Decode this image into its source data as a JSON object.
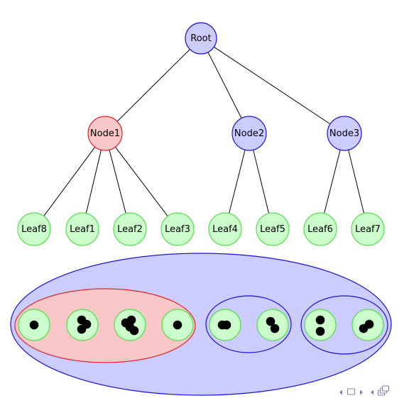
{
  "tree": {
    "root": {
      "label": "Root",
      "color": "blue"
    },
    "nodes": [
      {
        "label": "Node1",
        "color": "red"
      },
      {
        "label": "Node2",
        "color": "blue"
      },
      {
        "label": "Node3",
        "color": "blue"
      }
    ],
    "leaves": [
      {
        "label": "Leaf8",
        "parent": 0
      },
      {
        "label": "Leaf1",
        "parent": 0
      },
      {
        "label": "Leaf2",
        "parent": 0
      },
      {
        "label": "Leaf3",
        "parent": 0
      },
      {
        "label": "Leaf4",
        "parent": 1
      },
      {
        "label": "Leaf5",
        "parent": 1
      },
      {
        "label": "Leaf6",
        "parent": 2
      },
      {
        "label": "Leaf7",
        "parent": 2
      }
    ]
  },
  "cluster_view": {
    "leaf_dot_counts": [
      1,
      3,
      4,
      1,
      2,
      2,
      2,
      2
    ]
  },
  "colors": {
    "blue_fill": "#ccccff",
    "blue_stroke": "#1a13d6",
    "red_fill": "#f8c8c8",
    "red_stroke": "#e0242a",
    "green_fill": "#ccfccc",
    "green_stroke": "#53e04a",
    "edge": "#000000",
    "dot": "#000000",
    "nav": "#7d7fb3"
  },
  "navigation_icons": [
    "prev-arrow-icon",
    "frame-icon",
    "next-arrow-icon",
    "back-icon",
    "sections-icon"
  ]
}
